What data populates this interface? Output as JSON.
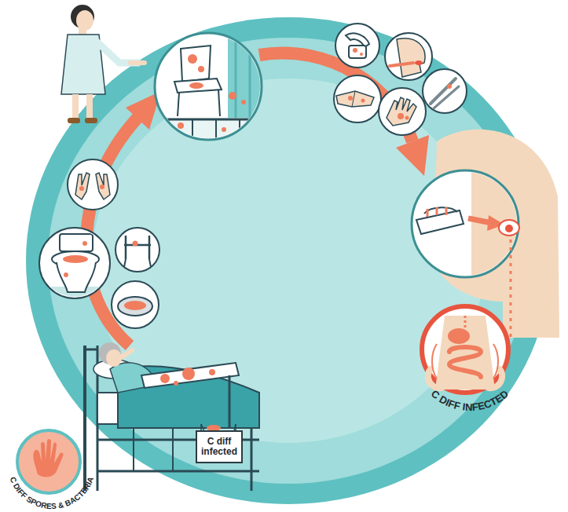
{
  "diagram": {
    "nodes": [
      {
        "text": [
          "C DIFF SPORES & BACTERIA"
        ]
      },
      {
        "text": [
          "C DIFF INFECTED"
        ]
      },
      {
        "text": [
          "C diff infected"
        ]
      }
    ]
  }
}
